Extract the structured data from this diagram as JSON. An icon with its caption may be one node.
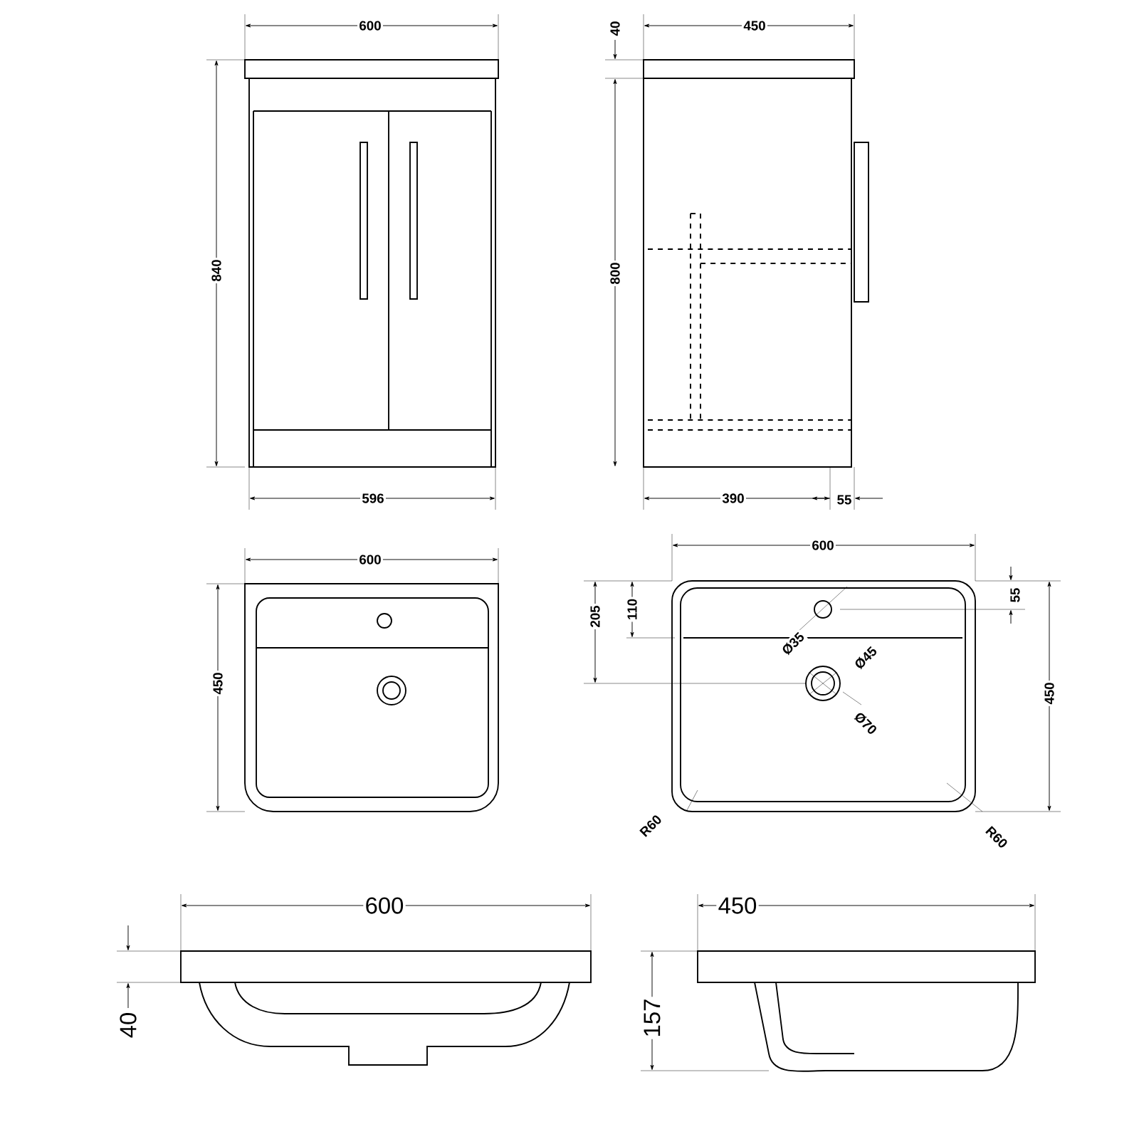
{
  "diagram": {
    "labels": [
      "600",
      "40",
      "450",
      "840",
      "800",
      "596",
      "390",
      "55",
      "600",
      "450",
      "600",
      "110",
      "55",
      "205",
      "Ø35",
      "Ø45",
      "450",
      "Ø70",
      "R60",
      "R60",
      "600",
      "450",
      "40",
      "157"
    ]
  }
}
